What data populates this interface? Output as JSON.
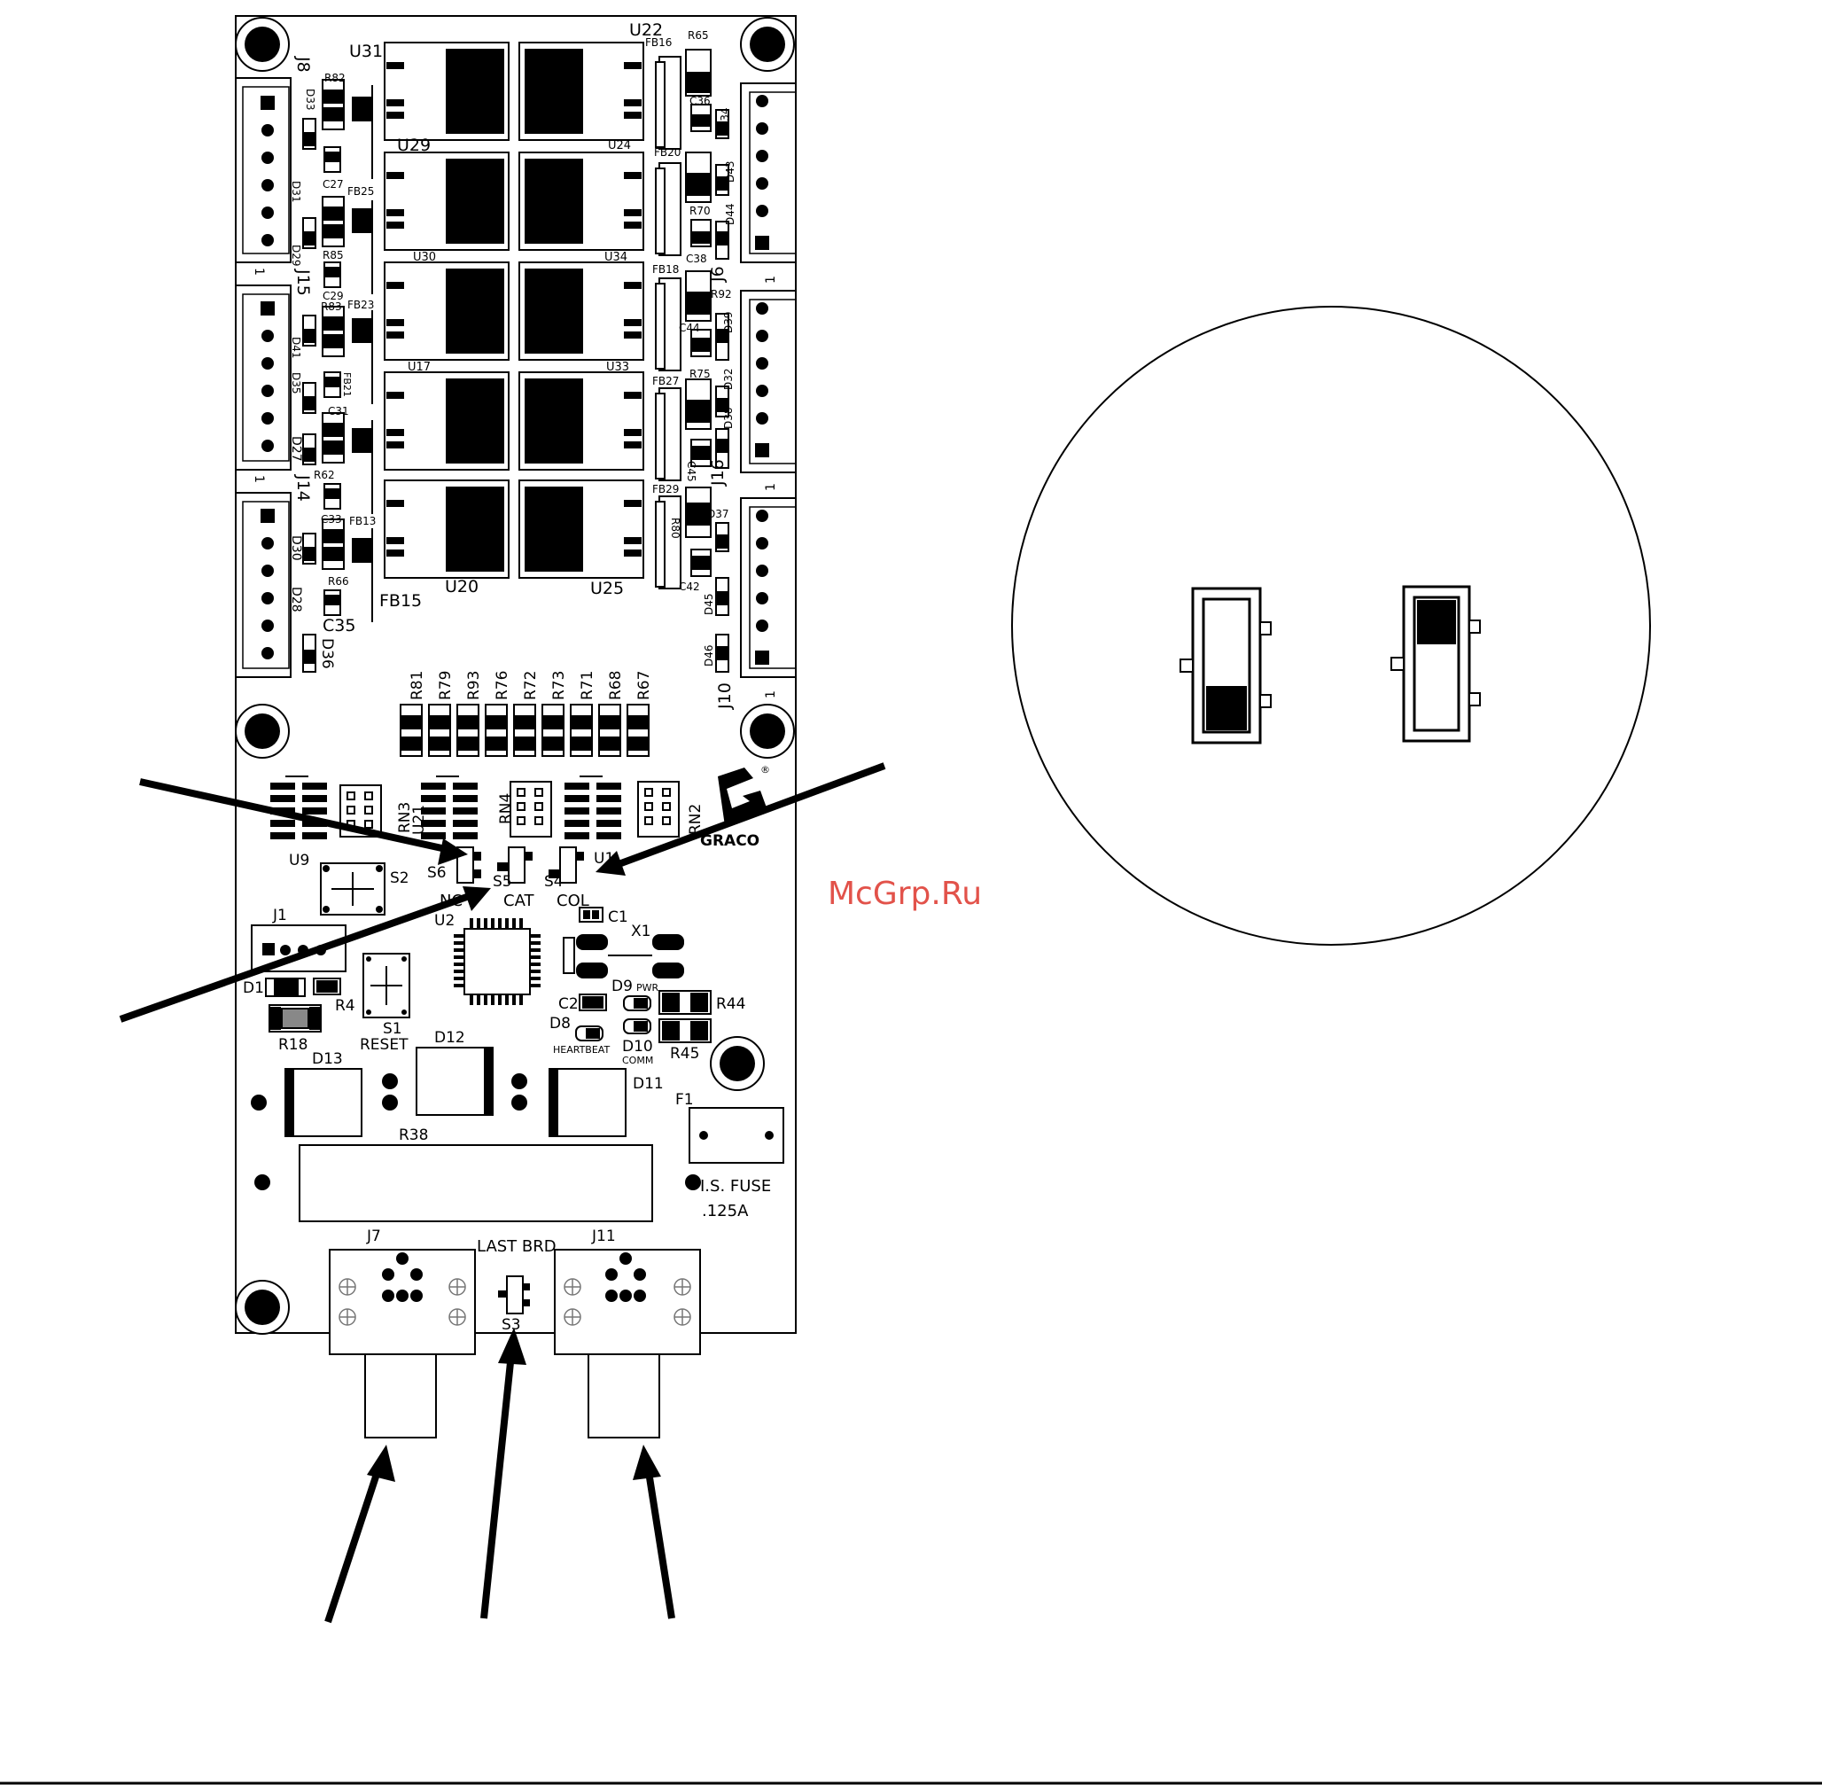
{
  "watermark": {
    "text": "McGrp.Ru",
    "color": "#e2524a"
  },
  "logo": {
    "brand": "GRACO",
    "registered_mark": "®"
  },
  "labels": {
    "U31": "U31",
    "U22": "U22",
    "U29": "U29",
    "U24": "U24",
    "U30": "U30",
    "U34": "U34",
    "U17": "U17",
    "U33": "U33",
    "U20": "U20",
    "U25": "U25",
    "J8": "J8",
    "J15": "J15",
    "J14": "J14",
    "J6": "J6",
    "J16": "J16",
    "J10": "J10",
    "pin1_a": "1",
    "pin1_b": "1",
    "pin1_c": "1",
    "pin1_d": "1",
    "pin1_e": "1",
    "R82": "R82",
    "D33": "D33",
    "C27": "C27",
    "D31": "D31",
    "FB25": "FB25",
    "D29": "D29",
    "R85": "R85",
    "C29": "C29",
    "R83": "R83",
    "FB23": "FB23",
    "D41": "D41",
    "D35": "D35",
    "FB21": "FB21",
    "C31": "C31",
    "D27": "D27",
    "R62": "R62",
    "C33": "C33",
    "FB13": "FB13",
    "D30": "D30",
    "R66": "R66",
    "D28": "D28",
    "FB15": "FB15",
    "C35": "C35",
    "D36": "D36",
    "FB16": "FB16",
    "R65": "R65",
    "C36": "C36",
    "D34": "D34",
    "FB20": "FB20",
    "D43": "D43",
    "R70": "R70",
    "D44": "D44",
    "C38": "C38",
    "FB18": "FB18",
    "R92": "R92",
    "C44": "C44",
    "D39": "D39",
    "FB27": "FB27",
    "R75": "R75",
    "D32": "D32",
    "D38": "D38",
    "C45": "C45",
    "FB29": "FB29",
    "D37": "D37",
    "R80": "R80",
    "C42": "C42",
    "D45": "D45",
    "D46": "D46",
    "R81": "R81",
    "R79": "R79",
    "R93": "R93",
    "R76": "R76",
    "R72": "R72",
    "R73": "R73",
    "R71": "R71",
    "R68": "R68",
    "R67": "R67",
    "RN3": "RN3",
    "U21": "U21",
    "RN4": "RN4",
    "RN2": "RN2",
    "U9": "U9",
    "U1": "U1",
    "S2": "S2",
    "S6": "S6",
    "S5": "S5",
    "S4": "S4",
    "NC": "NC",
    "CAT": "CAT",
    "COL": "COL",
    "U2": "U2",
    "C1": "C1",
    "X1": "X1",
    "J1": "J1",
    "D1": "D1",
    "R4": "R4",
    "D9": "D9",
    "PWR": "PWR",
    "C2": "C2",
    "R44": "R44",
    "D8": "D8",
    "HEARTBEAT": "HEARTBEAT",
    "D10": "D10",
    "COMM": "COMM",
    "R45": "R45",
    "R18": "R18",
    "S1": "S1",
    "RESET": "RESET",
    "D12": "D12",
    "D13": "D13",
    "D11": "D11",
    "F1": "F1",
    "R38": "R38",
    "IS_FUSE": "I.S. FUSE",
    "FUSE_RATING": ".125A",
    "J7": "J7",
    "J11": "J11",
    "LAST_BRD": "LAST BRD",
    "S3": "S3"
  }
}
